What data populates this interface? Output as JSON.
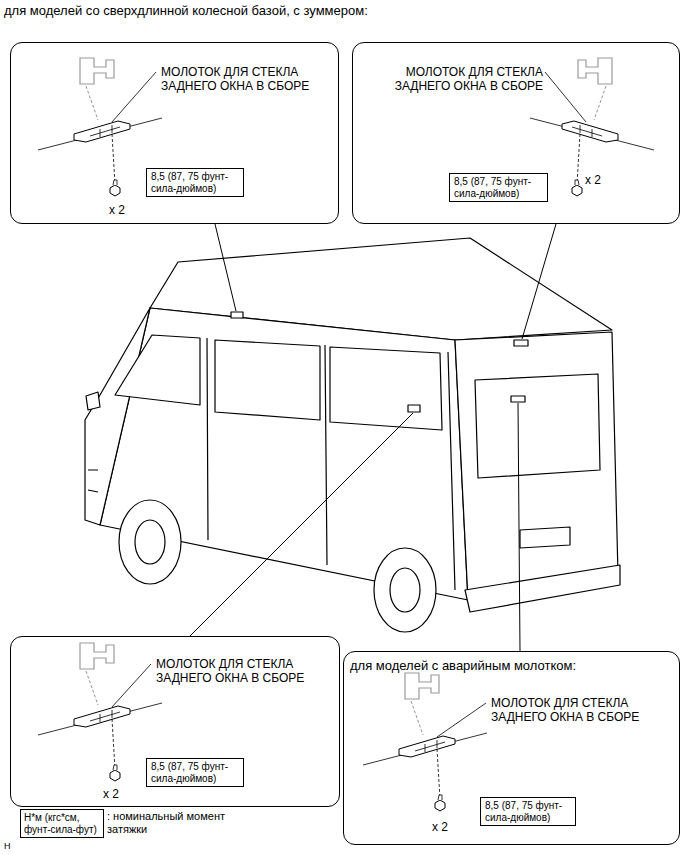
{
  "diagram": {
    "title": "для моделей со сверхдлинной колесной базой, с зуммером:",
    "nodes": [
      {
        "text": [
          "МОЛОТОК ДЛЯ СТЕКЛА ЗАДНЕГО ОКНА В СБОРЕ",
          "x 2"
        ]
      },
      {
        "text": [
          "8,5 (87, 75 фунт-сила-дюймов)"
        ],
        "in": 0
      },
      {
        "text": [
          "МОЛОТОК ДЛЯ СТЕКЛА ЗАДНЕГО ОКНА В СБОРЕ",
          "x 2"
        ]
      },
      {
        "text": [
          "8,5 (87, 75 фунт-сила-дюймов)"
        ],
        "in": 2
      },
      {
        "text": [
          "МОЛОТОК ДЛЯ СТЕКЛА ЗАДНЕГО ОКНА В СБОРЕ",
          "x 2"
        ]
      },
      {
        "text": [
          "8,5 (87, 75 фунт-сила-дюймов)"
        ],
        "in": 4
      },
      {
        "text": [
          "для моделей с аварийным молотком:",
          "МОЛОТОК ДЛЯ СТЕКЛА ЗАДНЕГО ОКНА В СБОРЕ",
          "x 2"
        ]
      },
      {
        "text": [
          "8,5 (87, 75 фунт-сила-дюймов)"
        ],
        "in": 6
      },
      {
        "text": [
          "Н*м (кгс*см, фунт-сила-фут)"
        ]
      }
    ],
    "labels": [
      ": номинальный момент затяжки",
      "H"
    ]
  }
}
